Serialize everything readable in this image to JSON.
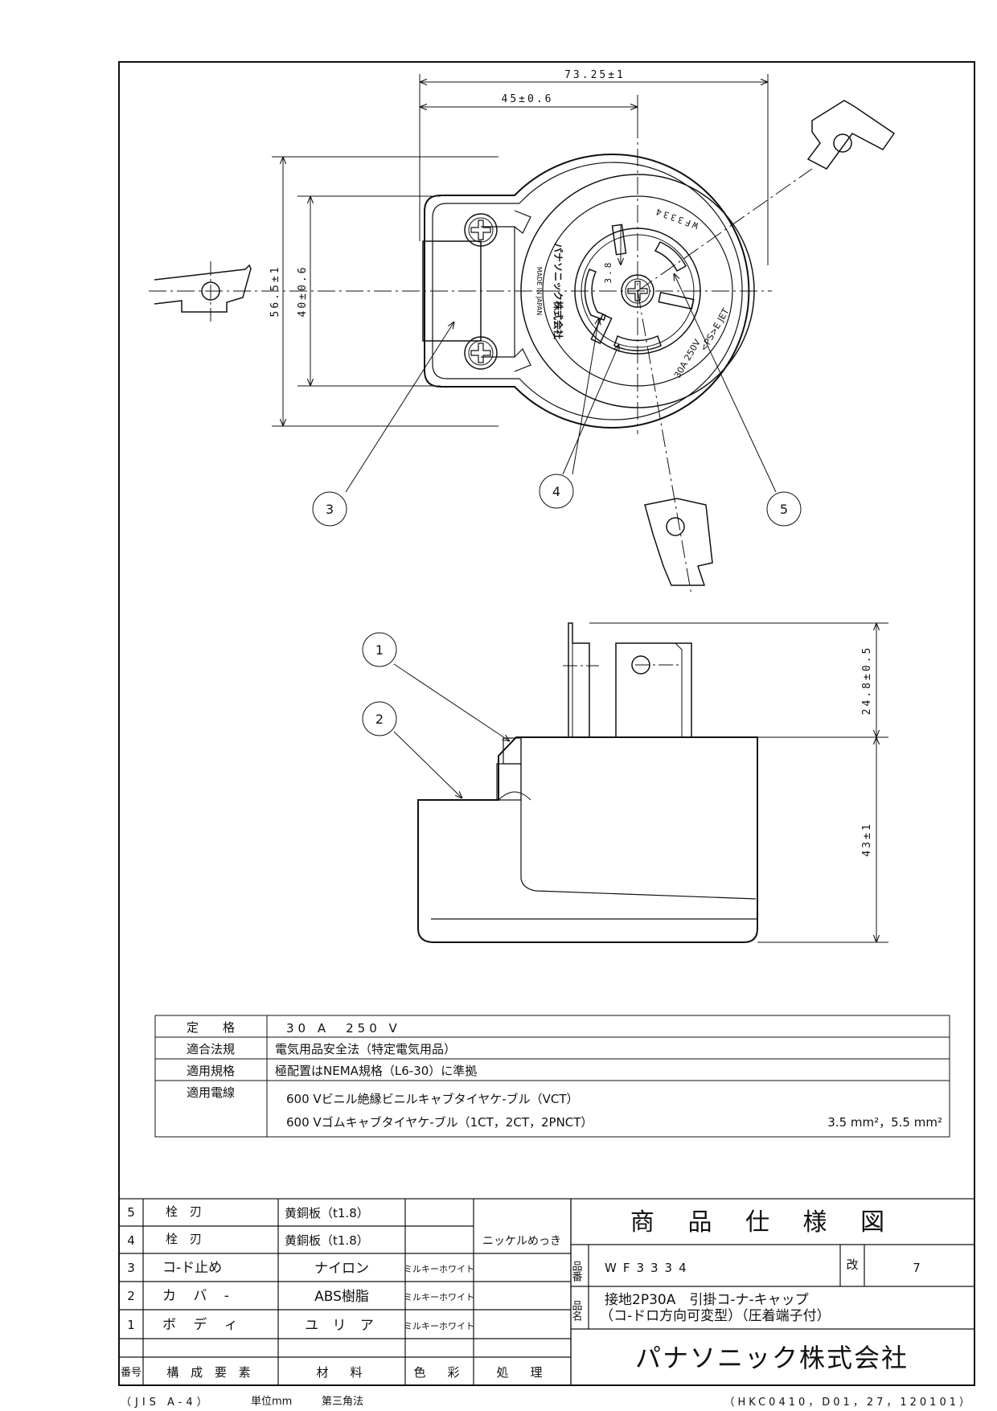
{
  "dimensions": {
    "overall_width": "73.25±1",
    "width_45": "45±0.6",
    "height_56": "56.5±1",
    "height_40": "40±0.6",
    "pin_3_8": "3.8",
    "blade_height": "24.8±0.5",
    "body_height": "43±1"
  },
  "face_marking": {
    "model": "WF3334",
    "maker": "パナソニック株式会社",
    "made_in": "MADE IN JAPAN",
    "rating": "30A 250V",
    "cert": "<PS>E JET"
  },
  "balloons": [
    "1",
    "2",
    "3",
    "4",
    "5"
  ],
  "spec": {
    "rows": [
      {
        "label": "定　　格",
        "value": "30 A　250 V"
      },
      {
        "label": "適合法規",
        "value": "電気用品安全法（特定電気用品）"
      },
      {
        "label": "適用規格",
        "value": "極配置はNEMA規格（L6-30）に準拠"
      },
      {
        "label": "適用電線",
        "value": "600 Vビニル絶縁ビニルキャブタイヤケ-ブル（VCT）"
      }
    ],
    "wire_line2": "600 Vゴムキャブタイヤケ-ブル（1CT，2CT，2PNCT）",
    "wire_sizes": "3.5 mm²，5.5 mm²"
  },
  "parts": {
    "headers": [
      "番号",
      "構 成 要 素",
      "材　料",
      "色　彩",
      "処　理"
    ],
    "rows": [
      {
        "no": "5",
        "name": "栓　刃",
        "material": "黄銅板（t1.8）",
        "color": "",
        "finish": ""
      },
      {
        "no": "4",
        "name": "栓　刃",
        "material": "黄銅板（t1.8）",
        "color": "",
        "finish": "ニッケルめっき"
      },
      {
        "no": "3",
        "name": "コ-ド止め",
        "material": "ナイロン",
        "color": "ミルキーホワイト",
        "finish": ""
      },
      {
        "no": "2",
        "name": "カ バ -",
        "material": "ABS樹脂",
        "color": "ミルキーホワイト",
        "finish": ""
      },
      {
        "no": "1",
        "name": "ボ デ ィ",
        "material": "ユ リ ア",
        "color": "ミルキーホワイト",
        "finish": ""
      }
    ]
  },
  "title_block": {
    "title": "商 品 仕 様 図",
    "part_no_label": "品番",
    "part_no": "WF3334",
    "rev_label": "改",
    "rev": "7",
    "name_label": "品名",
    "name_line1": "接地2P30A　引掛コ-ナ-キャップ",
    "name_line2": "（コ-ドロ方向可変型）（圧着端子付）",
    "company": "パナソニック株式会社"
  },
  "footer": {
    "left": "（JIS A-4）",
    "unit": "単位mm",
    "projection": "第三角法",
    "right": "（HKC0410，D01，27，120101）"
  }
}
